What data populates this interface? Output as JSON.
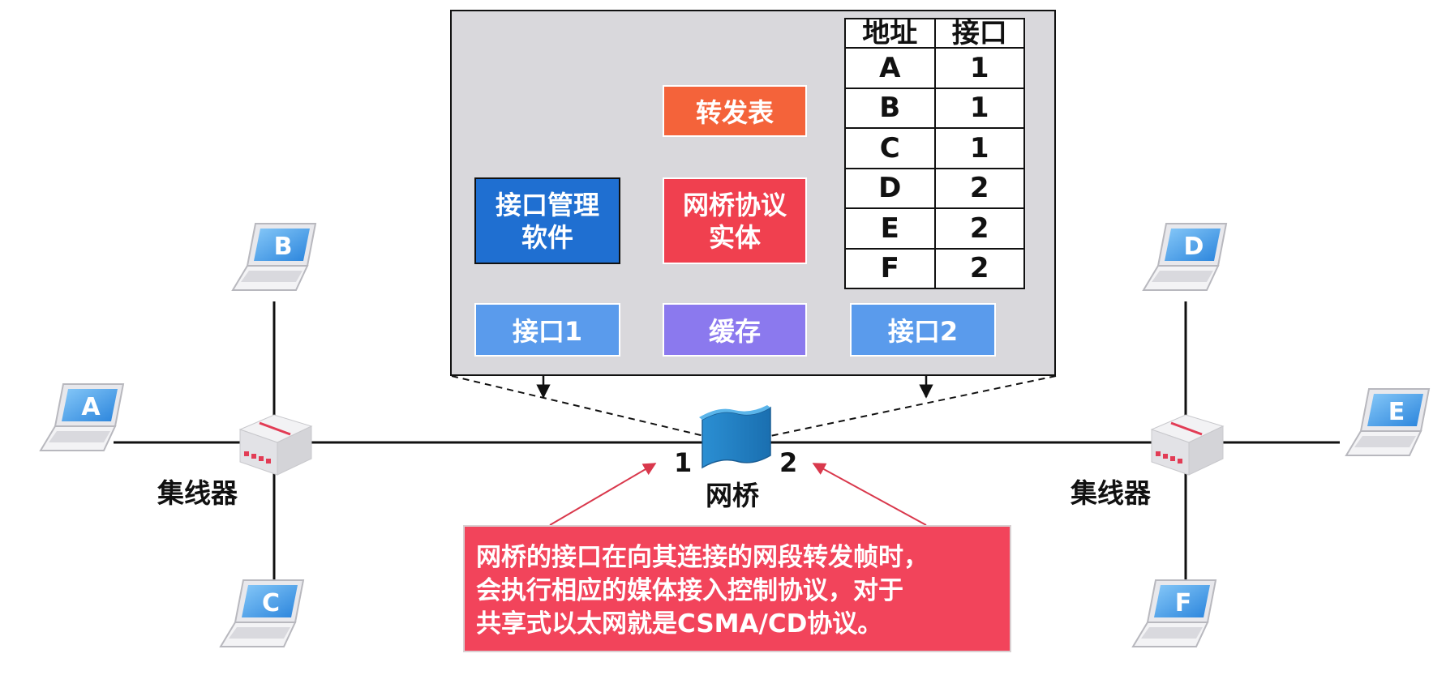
{
  "bridge_detail": {
    "forwarding_table_label": "转发表",
    "interface_mgmt_label_line1": "接口管理",
    "interface_mgmt_label_line2": "软件",
    "protocol_entity_label_line1": "网桥协议",
    "protocol_entity_label_line2": "实体",
    "port1_label": "接口1",
    "buffer_label": "缓存",
    "port2_label": "接口2"
  },
  "forwarding_table": {
    "headers": [
      "地址",
      "接口"
    ],
    "rows": [
      [
        "A",
        "1"
      ],
      [
        "B",
        "1"
      ],
      [
        "C",
        "1"
      ],
      [
        "D",
        "2"
      ],
      [
        "E",
        "2"
      ],
      [
        "F",
        "2"
      ]
    ]
  },
  "network": {
    "left_hub_label": "集线器",
    "right_hub_label": "集线器",
    "bridge_label": "网桥",
    "bridge_port1": "1",
    "bridge_port2": "2",
    "hosts": [
      "A",
      "B",
      "C",
      "D",
      "E",
      "F"
    ]
  },
  "callout": {
    "line1": "网桥的接口在向其连接的网段转发帧时，",
    "line2": "会执行相应的媒体接入控制协议，对于",
    "line3": "共享式以太网就是CSMA/CD协议。"
  },
  "colors": {
    "forwarding_table_box": "#f4633a",
    "protocol_entity_box": "#f0404f",
    "interface_mgmt_box": "#1f6fd1",
    "port_box": "#5a9bec",
    "buffer_box": "#8b79ee",
    "callout_box": "#f2445b",
    "laptop_screen": "#3f9be8"
  }
}
